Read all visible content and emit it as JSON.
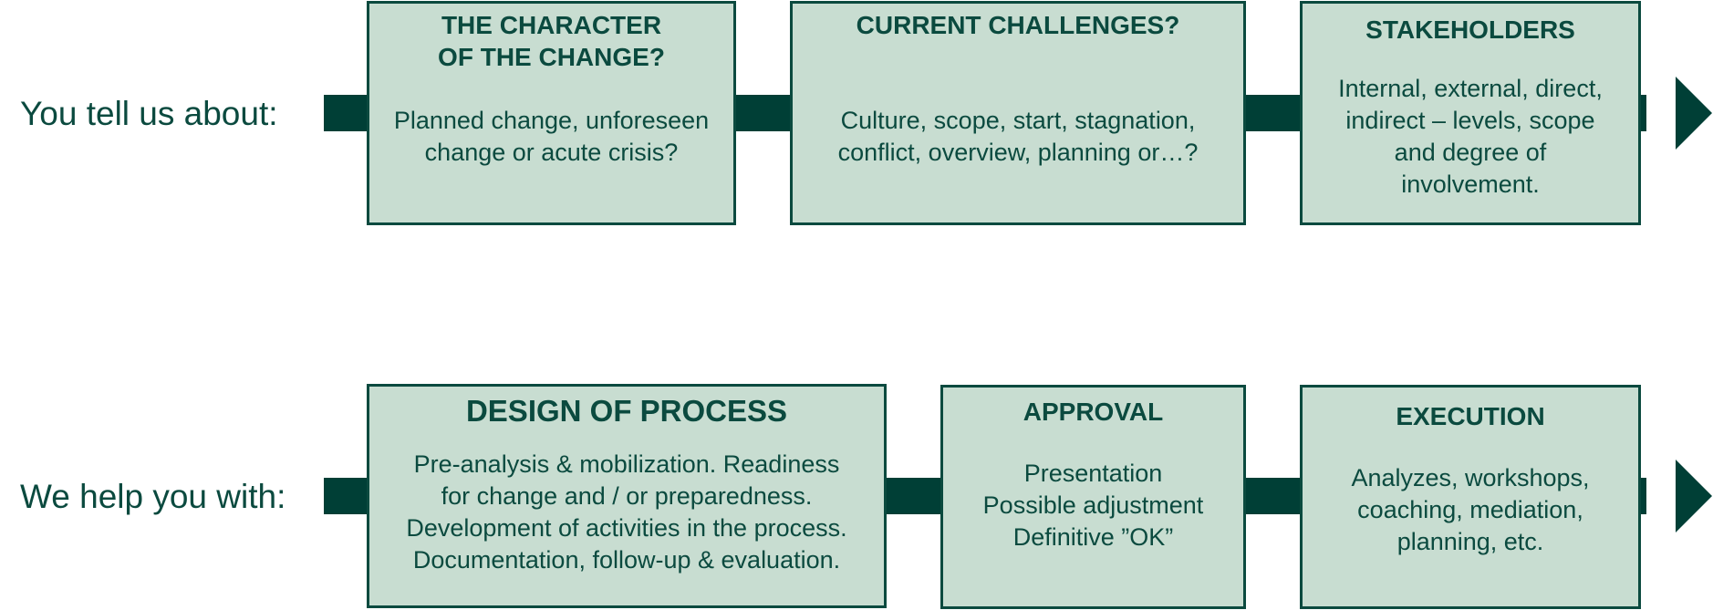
{
  "colors": {
    "box_fill": "#c8ddd1",
    "box_border": "#0b4a3f",
    "text": "#0b4a3f",
    "arrow": "#003f36",
    "background": "#ffffff"
  },
  "rows": [
    {
      "label": "You tell us about:",
      "boxes": [
        {
          "title": "THE CHARACTER\nOF THE CHANGE?",
          "body": "Planned change, unforeseen\nchange or acute crisis?"
        },
        {
          "title": "CURRENT CHALLENGES?",
          "body": "Culture, scope, start, stagnation,\nconflict, overview, planning or…?"
        },
        {
          "title": "STAKEHOLDERS",
          "body": "Internal, external, direct,\nindirect – levels, scope\nand degree of\ninvolvement."
        }
      ]
    },
    {
      "label": "We help you with:",
      "boxes": [
        {
          "title": "DESIGN OF PROCESS",
          "body": "Pre-analysis & mobilization. Readiness\nfor change and / or preparedness.\nDevelopment of activities in the process.\nDocumentation, follow-up & evaluation."
        },
        {
          "title": "APPROVAL",
          "body": "Presentation\nPossible adjustment\nDefinitive ”OK”"
        },
        {
          "title": "EXECUTION",
          "body": "Analyzes, workshops,\ncoaching, mediation,\nplanning, etc."
        }
      ]
    }
  ]
}
